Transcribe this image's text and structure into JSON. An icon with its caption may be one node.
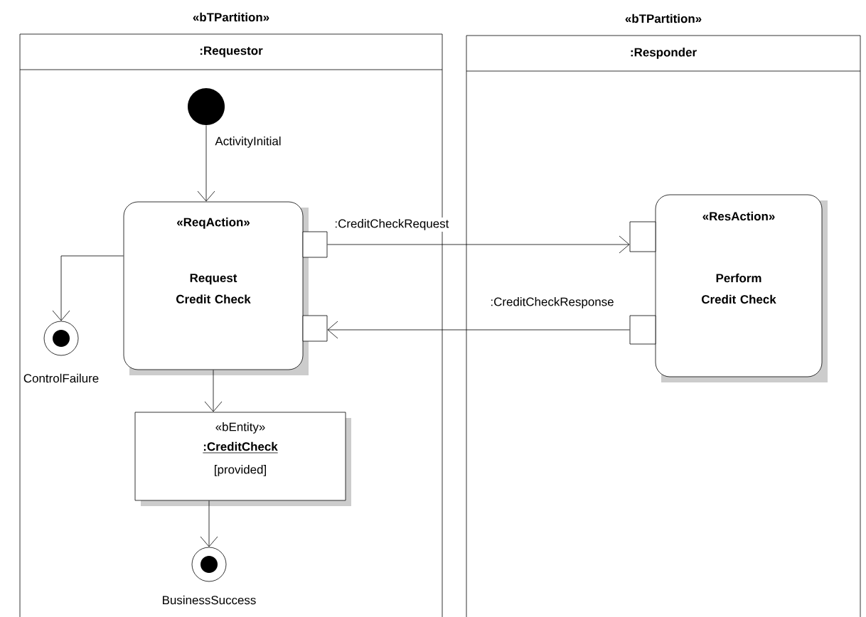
{
  "diagram": {
    "nodes": [
      {
        "text": [
          "«bTPartition»",
          ":Requestor"
        ]
      },
      {
        "text": [
          "«bTPartition»",
          ":Responder"
        ]
      },
      {
        "text": [],
        "shape": "circle",
        "in": 0,
        "beside": [
          "ActivityInitial"
        ]
      },
      {
        "text": [
          "«ReqAction»",
          "Request Credit Check"
        ],
        "in": 0
      },
      {
        "text": [],
        "shape": "box",
        "in": 0
      },
      {
        "text": [],
        "shape": "box",
        "in": 0
      },
      {
        "text": [],
        "shape": "bullseye",
        "in": 0,
        "beside": [
          "ControlFailure"
        ]
      },
      {
        "text": [
          "«bEntity»",
          ":CreditCheck",
          "[provided]"
        ],
        "in": 0
      },
      {
        "text": [],
        "shape": "bullseye",
        "in": 0,
        "beside": [
          "BusinessSuccess"
        ]
      },
      {
        "text": [
          "«ResAction»",
          "Perform Credit Check"
        ],
        "in": 1
      },
      {
        "text": [],
        "shape": "box",
        "in": 1
      },
      {
        "text": [],
        "shape": "box",
        "in": 1
      }
    ],
    "edges": [
      {
        "from": 2,
        "to": 3,
        "arrow": "to"
      },
      {
        "from": 3,
        "to": 6,
        "arrow": "to"
      },
      {
        "from": 3,
        "to": 7,
        "arrow": "to"
      },
      {
        "from": 7,
        "to": 8,
        "arrow": "to"
      },
      {
        "from": 4,
        "to": 10,
        "arrow": "to",
        "label": ":CreditCheckRequest"
      },
      {
        "from": 11,
        "to": 5,
        "arrow": "to",
        "label": ":CreditCheckResponse"
      }
    ]
  }
}
